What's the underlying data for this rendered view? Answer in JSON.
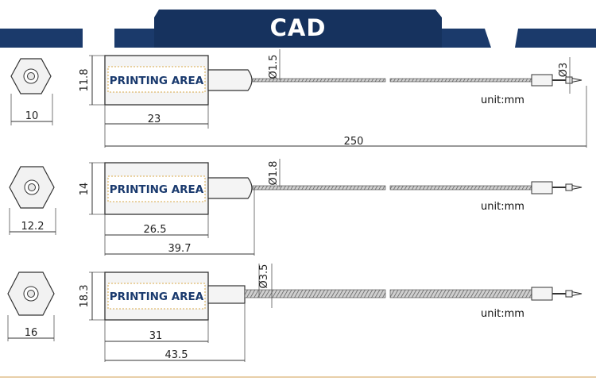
{
  "header": {
    "title": "CAD",
    "band_color": "#1b3a6b",
    "tab_color": "#16325e"
  },
  "printing_area_label": "PRINTING AREA",
  "unit_label": "unit:mm",
  "seals": [
    {
      "hex_width": "10",
      "head_height": "11.8",
      "body_length": "23",
      "wire_diameter": "Ø1.5",
      "total_length": "250",
      "tip_diameter": "Ø3"
    },
    {
      "hex_width": "12.2",
      "head_height": "14",
      "body_length": "26.5",
      "wire_diameter": "Ø1.8",
      "overall_length": "39.7"
    },
    {
      "hex_width": "16",
      "head_height": "18.3",
      "body_length": "31",
      "wire_diameter": "Ø3.5",
      "overall_length": "43.5"
    }
  ]
}
